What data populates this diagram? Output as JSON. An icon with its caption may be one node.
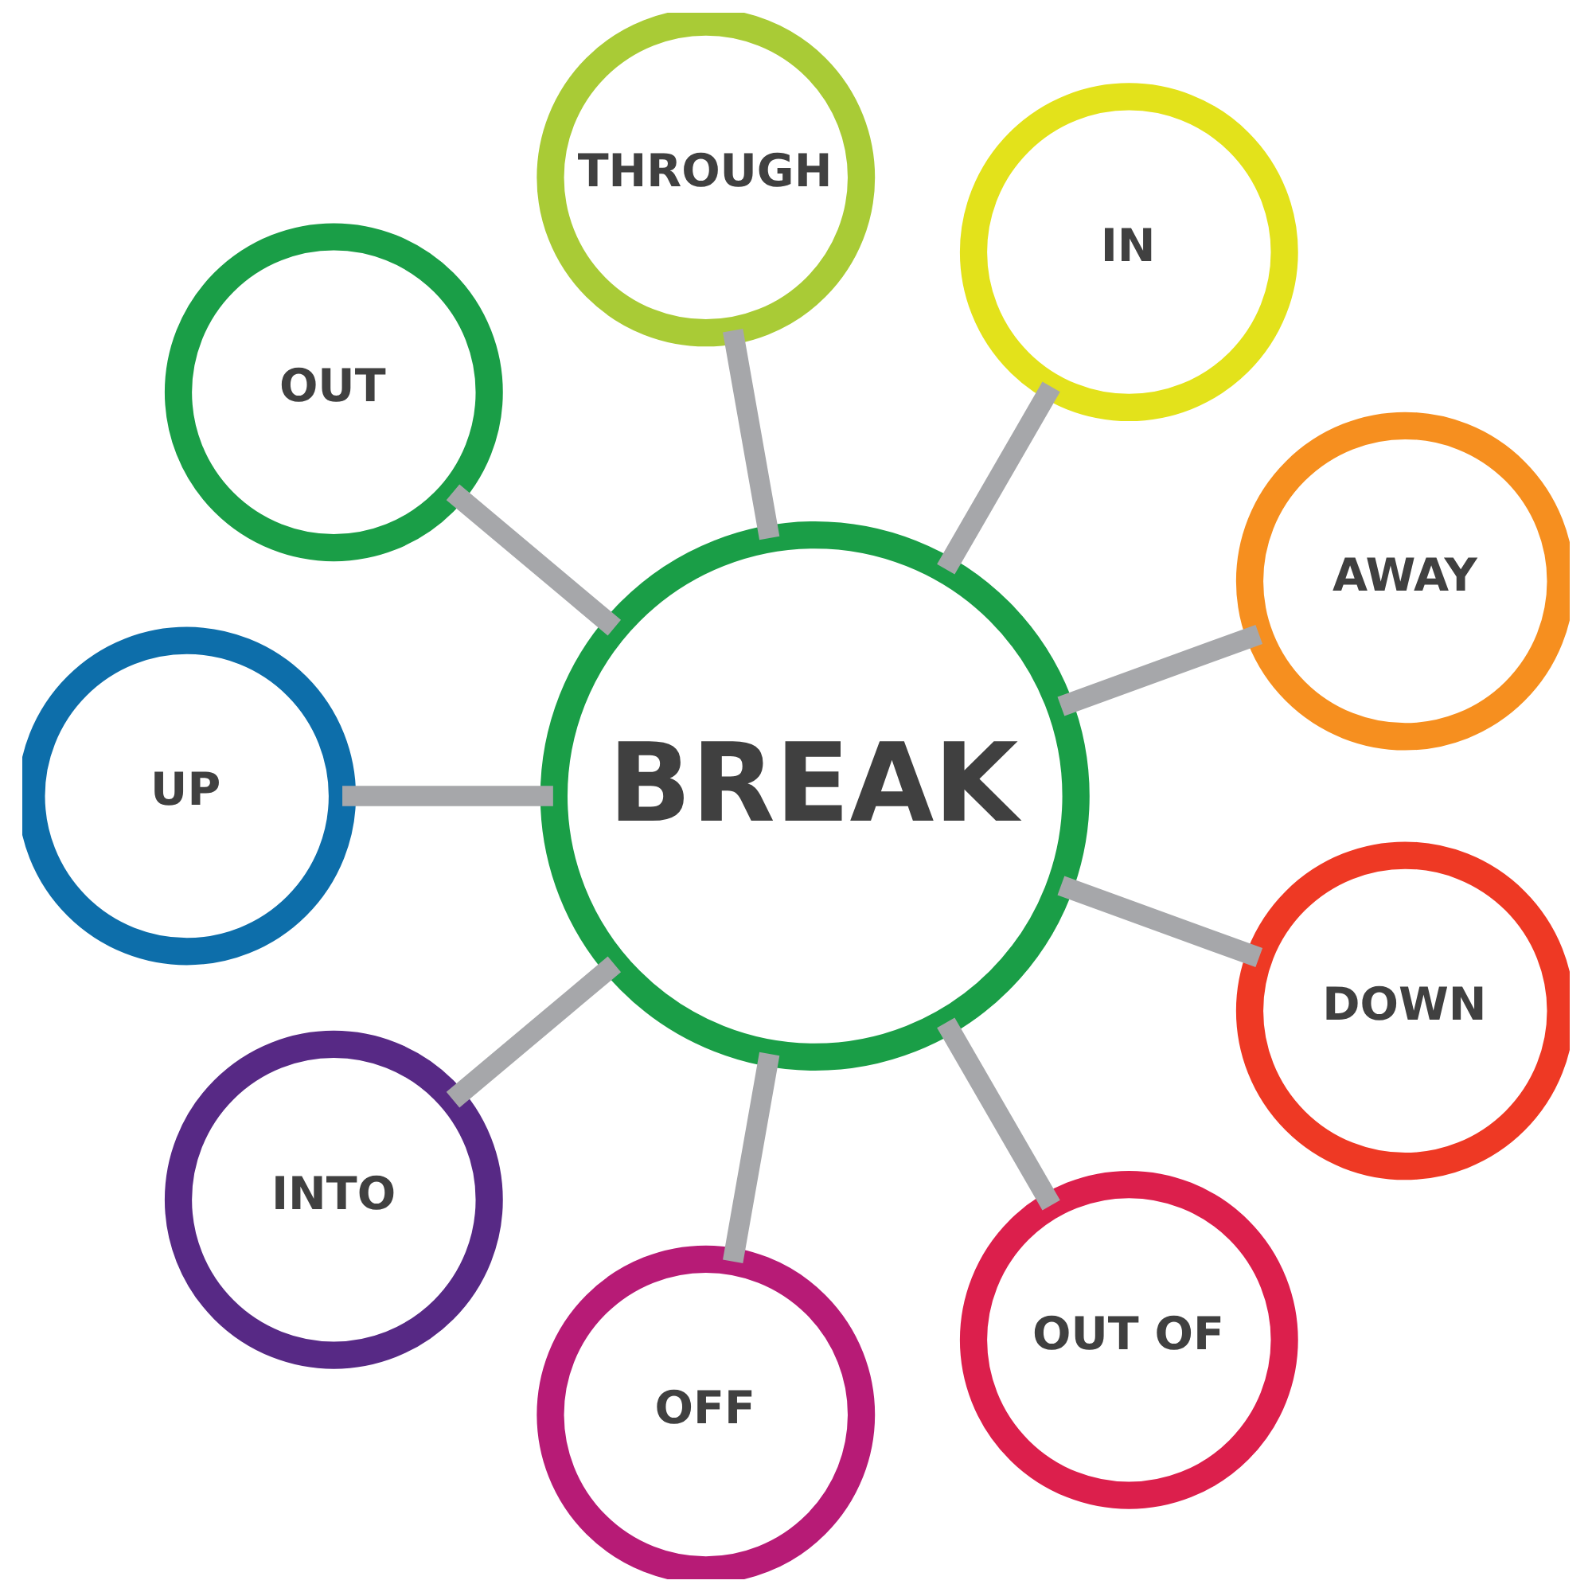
{
  "diagram": {
    "nodes": [
      {
        "text": [
          "BREAK"
        ]
      },
      {
        "text": [
          "THROUGH"
        ]
      },
      {
        "text": [
          "IN"
        ]
      },
      {
        "text": [
          "AWAY"
        ]
      },
      {
        "text": [
          "DOWN"
        ]
      },
      {
        "text": [
          "OUT OF"
        ]
      },
      {
        "text": [
          "OFF"
        ]
      },
      {
        "text": [
          "INTO"
        ]
      },
      {
        "text": [
          "UP"
        ]
      },
      {
        "text": [
          "OUT"
        ]
      }
    ],
    "edges": [
      {
        "from": 0,
        "to": 1,
        "arrow": "none"
      },
      {
        "from": 0,
        "to": 2,
        "arrow": "none"
      },
      {
        "from": 0,
        "to": 3,
        "arrow": "none"
      },
      {
        "from": 0,
        "to": 4,
        "arrow": "none"
      },
      {
        "from": 0,
        "to": 5,
        "arrow": "none"
      },
      {
        "from": 0,
        "to": 6,
        "arrow": "none"
      },
      {
        "from": 0,
        "to": 7,
        "arrow": "none"
      },
      {
        "from": 0,
        "to": 8,
        "arrow": "none"
      },
      {
        "from": 0,
        "to": 9,
        "arrow": "none"
      }
    ]
  }
}
